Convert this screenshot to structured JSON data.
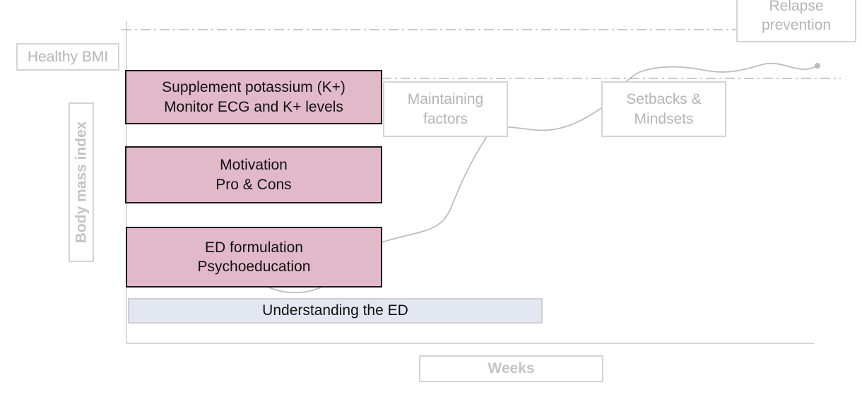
{
  "labels": {
    "healthy_bmi": "Healthy BMI",
    "relapse_prevention_line1": "Relapse",
    "relapse_prevention_line2": "prevention",
    "y_axis": "Body mass index",
    "x_axis": "Weeks"
  },
  "stages": {
    "maintaining_factors": [
      "Maintaining",
      "factors"
    ],
    "setbacks_mindsets": [
      "Setbacks &",
      "Mindsets"
    ]
  },
  "interventions": {
    "potassium": [
      "Supplement potassium (K+)",
      "Monitor ECG and K+ levels"
    ],
    "motivation": [
      "Motivation",
      "Pro & Cons"
    ],
    "formulation": [
      "ED formulation",
      "Psychoeducation"
    ]
  },
  "phase": {
    "understanding": "Understanding the ED"
  },
  "colors": {
    "pink_fill": "#e2b9c8",
    "blue_fill": "#e3e7f1",
    "gray_line": "#c4c4c4",
    "dark_border": "#1a1a1a"
  }
}
